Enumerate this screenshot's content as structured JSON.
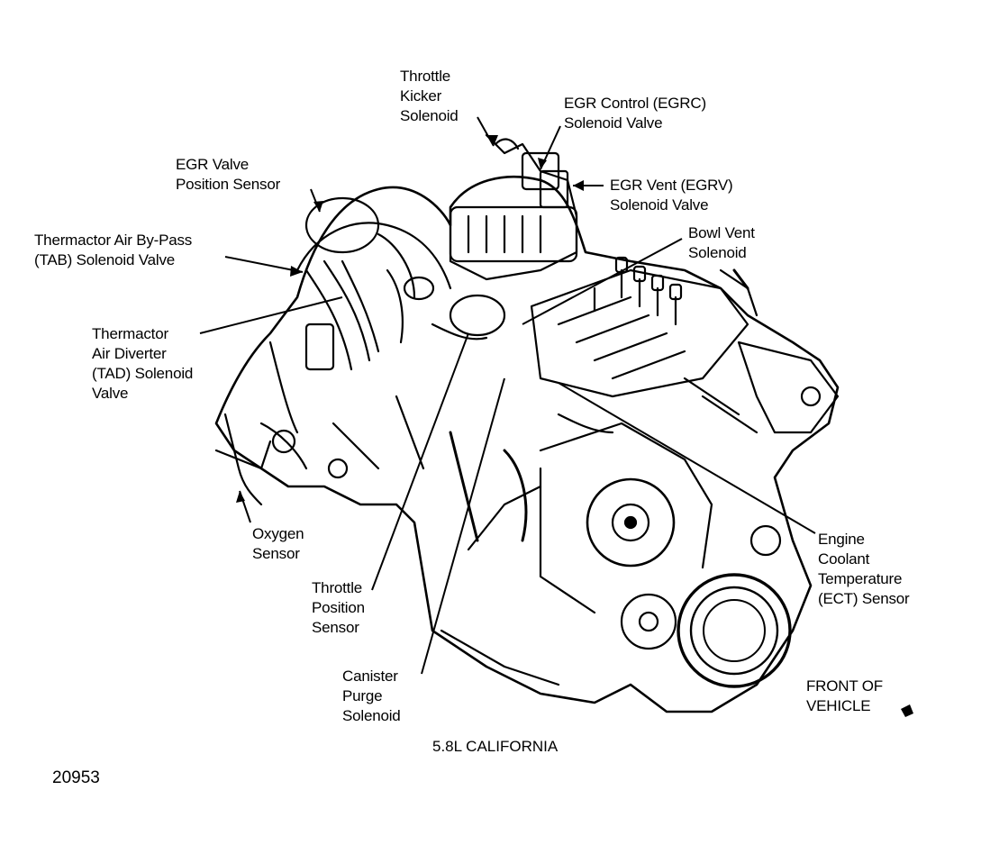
{
  "labels": {
    "throttle_kicker": [
      "Throttle",
      "Kicker",
      "Solenoid"
    ],
    "egr_control": [
      "EGR Control (EGRC)",
      "Solenoid Valve"
    ],
    "egr_valve_position": [
      "EGR Valve",
      "Position Sensor"
    ],
    "egr_vent": [
      "EGR Vent (EGRV)",
      "Solenoid Valve"
    ],
    "bowl_vent": [
      "Bowl Vent",
      "Solenoid"
    ],
    "thermactor_tab": [
      "Thermactor Air By-Pass",
      "(TAB) Solenoid Valve"
    ],
    "thermactor_tad": [
      "Thermactor",
      "Air Diverter",
      "(TAD) Solenoid",
      "Valve"
    ],
    "oxygen_sensor": [
      "Oxygen",
      "Sensor"
    ],
    "throttle_position": [
      "Throttle",
      "Position",
      "Sensor"
    ],
    "canister_purge": [
      "Canister",
      "Purge",
      "Solenoid"
    ],
    "ect_sensor": [
      "Engine",
      "Coolant",
      "Temperature",
      "(ECT) Sensor"
    ],
    "front_of_vehicle": [
      "FRONT OF",
      "VEHICLE"
    ]
  },
  "caption": "5.8L CALIFORNIA",
  "figure_number": "20953"
}
